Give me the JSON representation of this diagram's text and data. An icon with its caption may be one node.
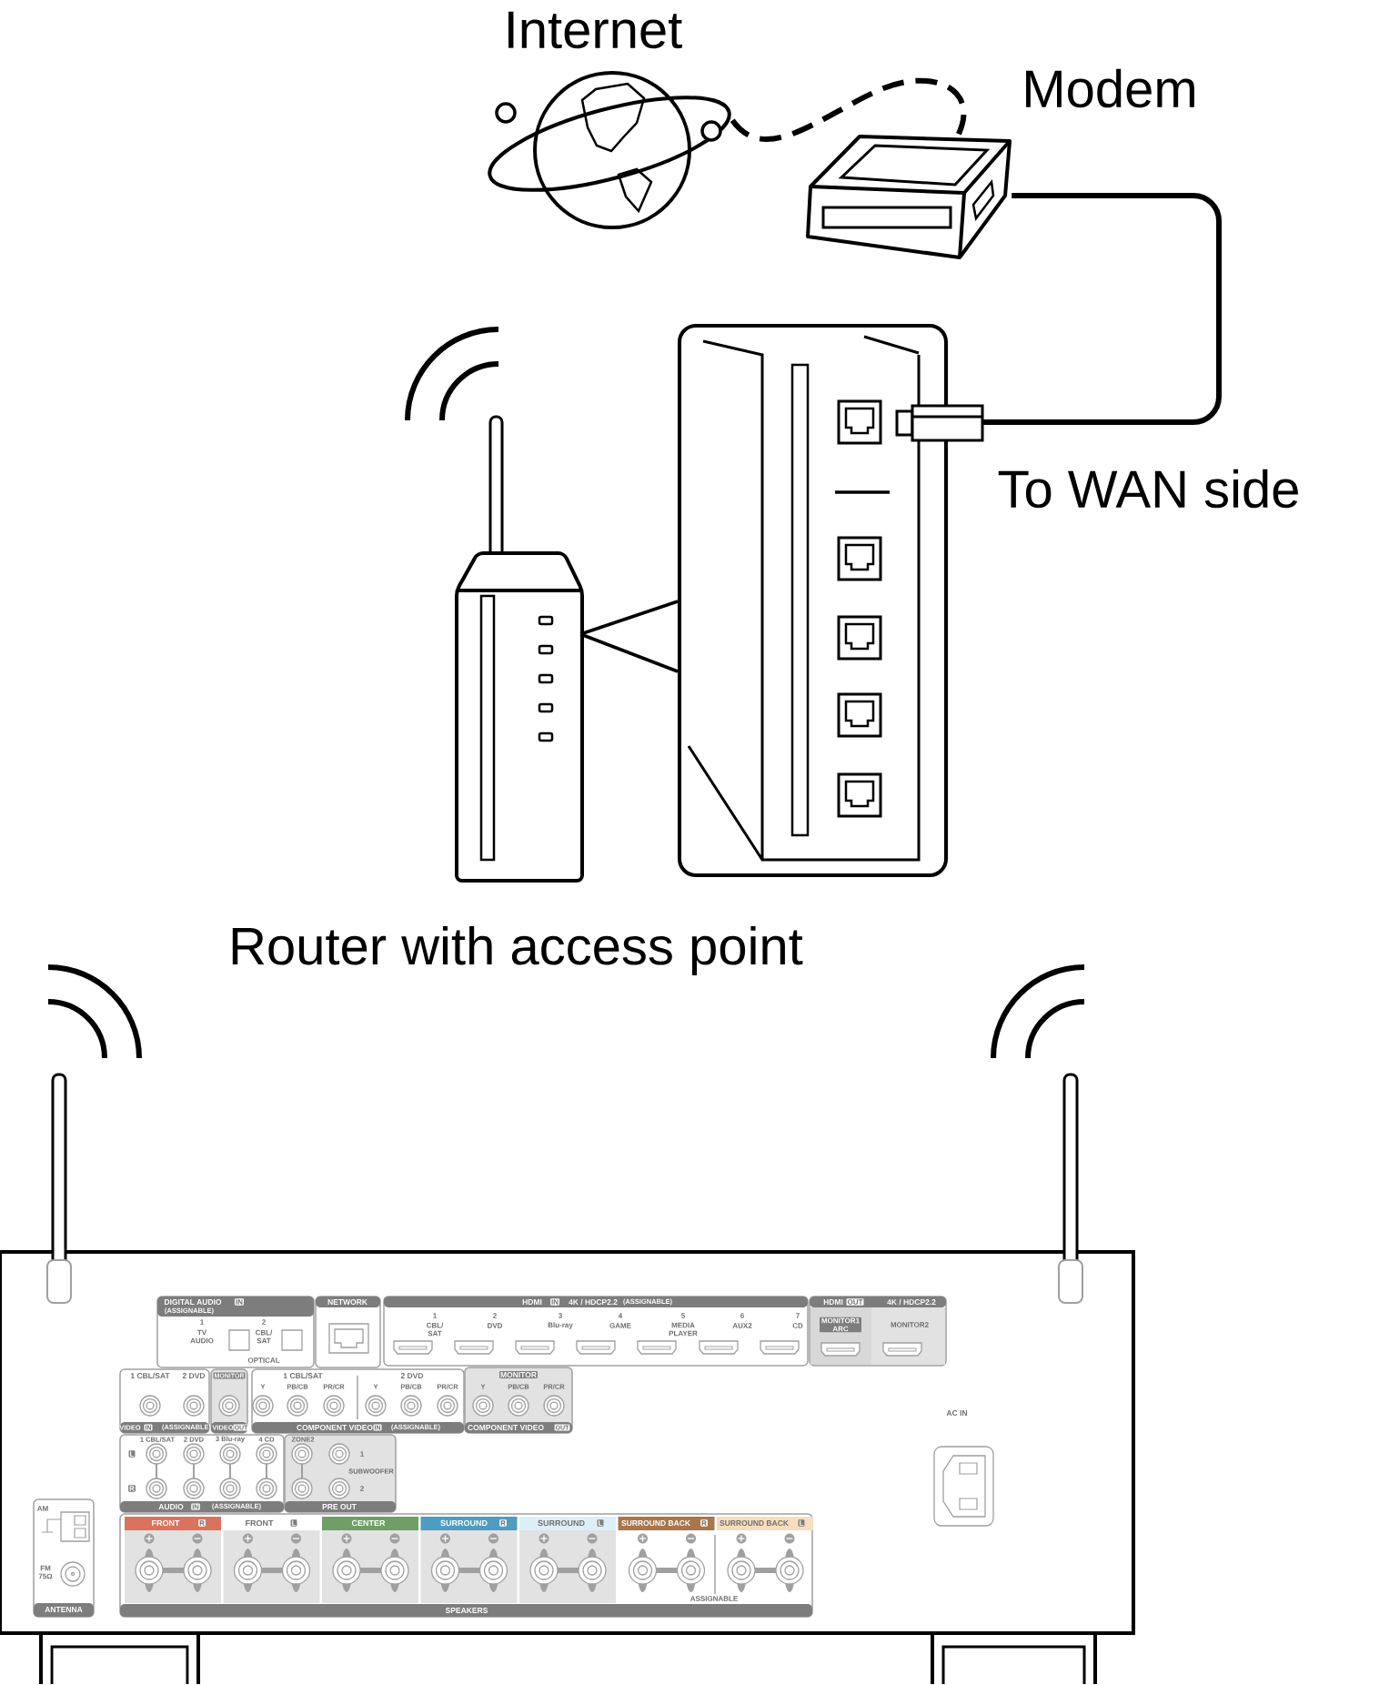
{
  "diagram": {
    "nodes": [
      {
        "text": [
          "Internet"
        ]
      },
      {
        "text": [
          "Modem"
        ]
      },
      {
        "text": [
          "Router with access point"
        ]
      },
      {
        "text": [],
        "shape": "box"
      },
      {
        "text": [],
        "shape": "picture"
      }
    ],
    "edges": [
      {
        "from": 0,
        "to": 1,
        "arrow": "none",
        "style": "dashed"
      },
      {
        "from": 1,
        "to": 3,
        "arrow": "none",
        "label": "To WAN side"
      },
      {
        "from": 2,
        "to": 3,
        "arrow": "none"
      }
    ],
    "labels": [
      "DIGITAL AUDIO",
      "IN",
      "(ASSIGNABLE)",
      "1",
      "TV AUDIO",
      "2",
      "CBL/ SAT",
      "OPTICAL",
      "NETWORK",
      "HDMI",
      "IN",
      "4K / HDCP2.2",
      "(ASSIGNABLE)",
      "1",
      "CBL/ SAT",
      "2",
      "DVD",
      "3",
      "Blu-ray",
      "4",
      "GAME",
      "5",
      "MEDIA PLAYER",
      "6",
      "AUX2",
      "7",
      "CD",
      "HDMI",
      "OUT",
      "4K / HDCP2.2",
      "MONITOR1 ARC",
      "MONITOR2",
      "1 CBL/SAT",
      "2 DVD",
      "MONITOR",
      "1 CBL/SAT",
      "2 DVD",
      "MONITOR",
      "Y",
      "PB/CB",
      "PR/CR",
      "Y",
      "PB/CB",
      "PR/CR",
      "Y",
      "PB/CB",
      "PR/CR",
      "AC IN",
      "VIDEO",
      "IN",
      "(ASSIGNABLE)",
      "VIDEO",
      "OUT",
      "COMPONENT VIDEO",
      "IN",
      "(ASSIGNABLE)",
      "COMPONENT VIDEO",
      "OUT",
      "1 CBL/SAT",
      "2 DVD",
      "3 Blu-ray",
      "4 CD",
      "ZONE2",
      "L",
      "1",
      "SUBWOOFER",
      "R",
      "2",
      "AM",
      "AUDIO",
      "IN",
      "(ASSIGNABLE)",
      "PRE OUT",
      "FRONT",
      "R",
      "FRONT",
      "L",
      "CENTER",
      "SURROUND",
      "R",
      "SURROUND",
      "L",
      "SURROUND BACK",
      "R",
      "SURROUND BACK",
      "L",
      "FM 75Ω",
      "ASSIGNABLE",
      "ANTENNA",
      "SPEAKERS"
    ]
  }
}
